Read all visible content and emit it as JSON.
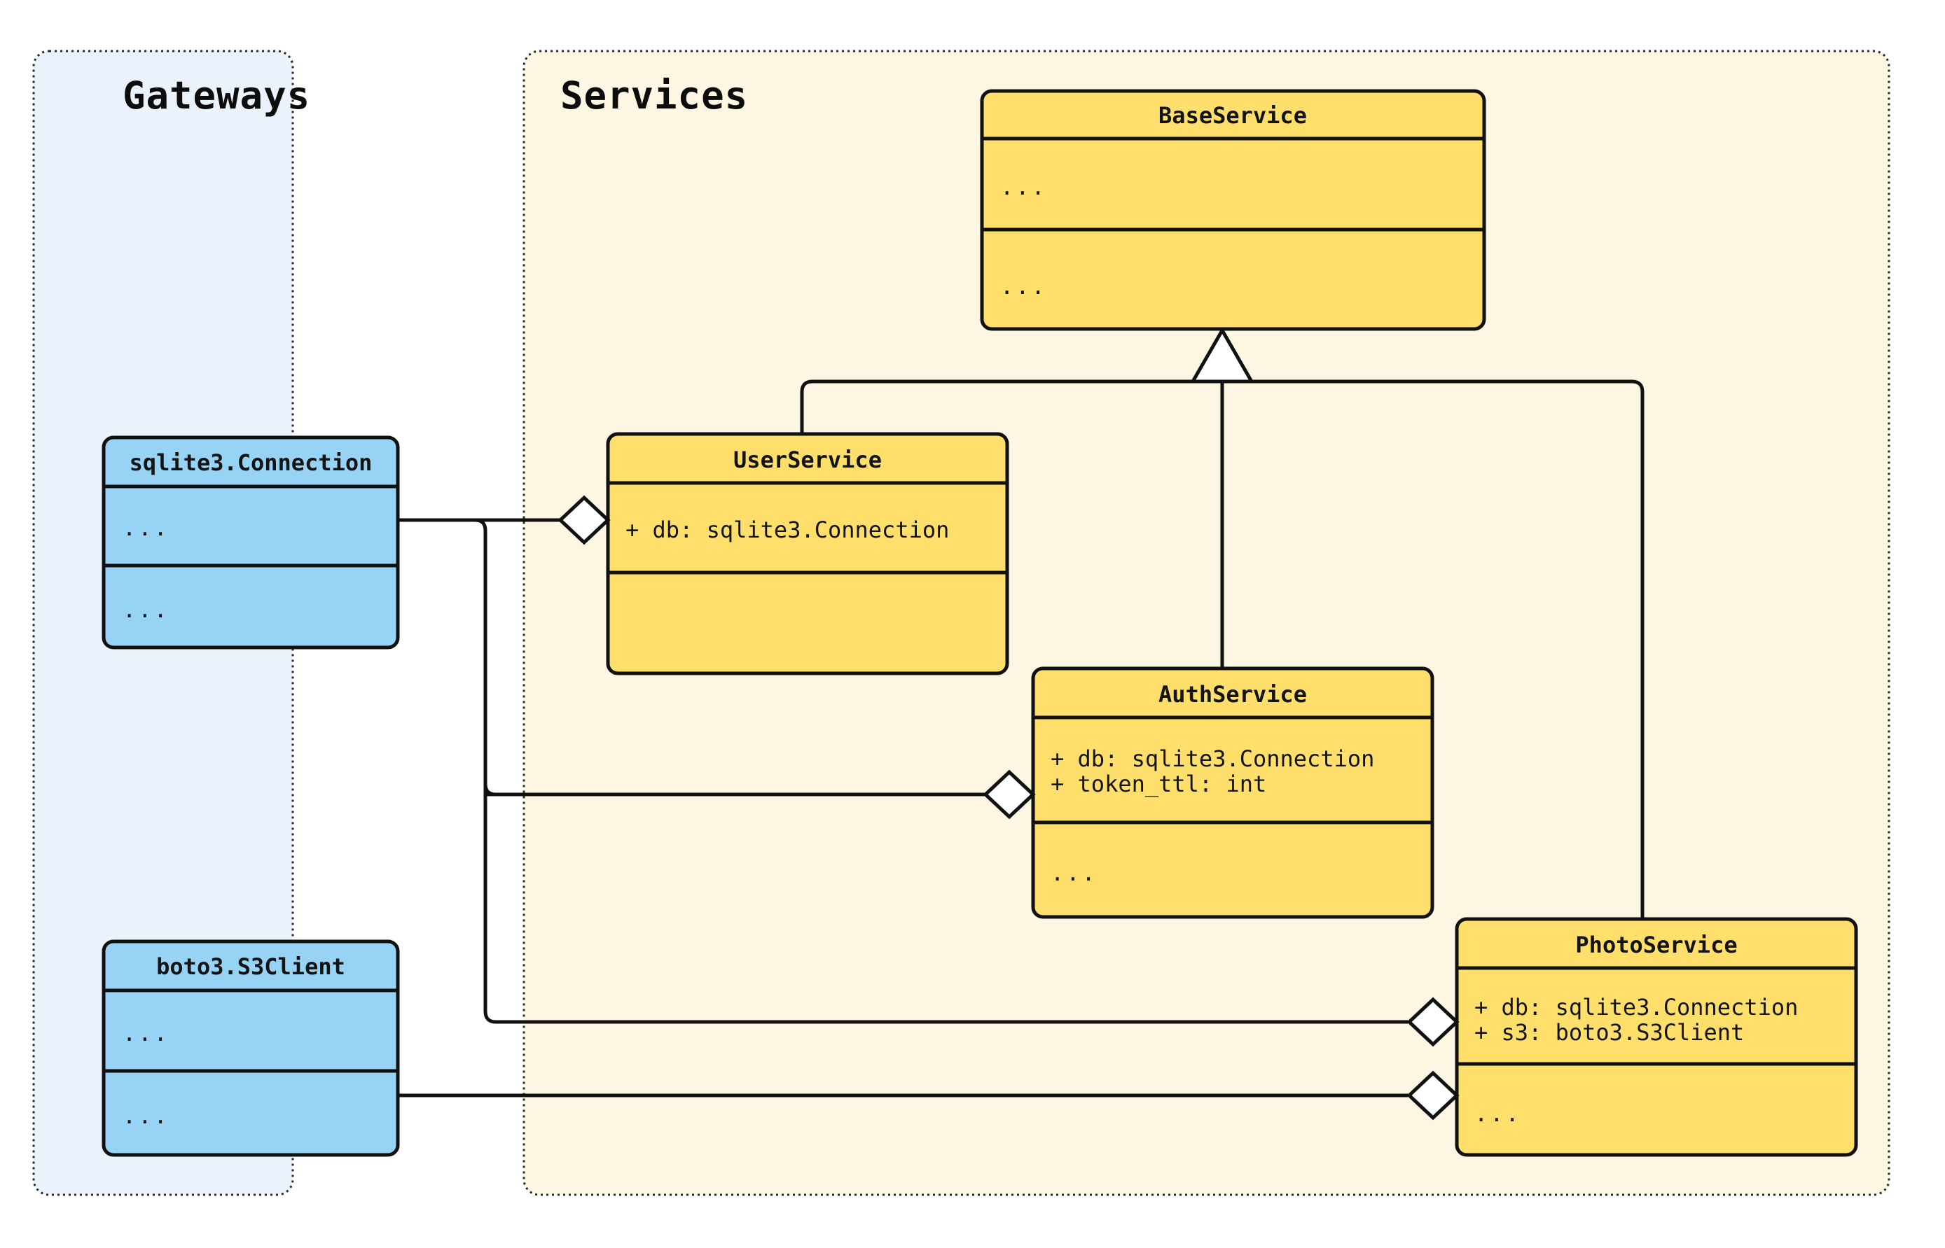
{
  "diagram": {
    "kind": "uml-class-diagram",
    "background": "#ffffff",
    "packages": [
      {
        "id": "gateways",
        "title": "Gateways",
        "fill": "#EAF2FC",
        "border": "#2a2a2a"
      },
      {
        "id": "services",
        "title": "Services",
        "fill": "#FDF6E3",
        "border": "#2a2a2a"
      }
    ],
    "colors": {
      "gateway_class_fill": "#97D3F5",
      "service_class_fill": "#FFDF6B",
      "class_stroke": "#111111",
      "gateway_package_fill": "#EAF2FC",
      "service_package_fill": "#FDF6E3",
      "marker_fill": "#ffffff",
      "text": "#141414"
    },
    "classes": [
      {
        "id": "sqlite3-connection",
        "name": "sqlite3.Connection",
        "package": "gateways",
        "fill": "#97D3F5",
        "attributes": [
          "..."
        ],
        "methods": [
          "..."
        ]
      },
      {
        "id": "boto3-s3client",
        "name": "boto3.S3Client",
        "package": "gateways",
        "fill": "#97D3F5",
        "attributes": [
          "..."
        ],
        "methods": [
          "..."
        ]
      },
      {
        "id": "baseservice",
        "name": "BaseService",
        "package": "services",
        "fill": "#FFDF6B",
        "attributes": [
          "..."
        ],
        "methods": [
          "..."
        ]
      },
      {
        "id": "userservice",
        "name": "UserService",
        "package": "services",
        "fill": "#FFDF6B",
        "attributes": [
          "+ db: sqlite3.Connection"
        ],
        "methods": [
          ""
        ]
      },
      {
        "id": "authservice",
        "name": "AuthService",
        "package": "services",
        "fill": "#FFDF6B",
        "attributes": [
          "+ db: sqlite3.Connection",
          "+ token_ttl: int"
        ],
        "methods": [
          "..."
        ]
      },
      {
        "id": "photoservice",
        "name": "PhotoService",
        "package": "services",
        "fill": "#FFDF6B",
        "attributes": [
          "+ db: sqlite3.Connection",
          "+ s3: boto3.S3Client"
        ],
        "methods": [
          "..."
        ]
      }
    ],
    "relationships": [
      {
        "id": "userservice-inherits-baseservice",
        "type": "generalization",
        "from": "userservice",
        "to": "baseservice",
        "marker": "hollow-triangle"
      },
      {
        "id": "authservice-inherits-baseservice",
        "type": "generalization",
        "from": "authservice",
        "to": "baseservice",
        "marker": "hollow-triangle"
      },
      {
        "id": "photoservice-inherits-baseservice",
        "type": "generalization",
        "from": "photoservice",
        "to": "baseservice",
        "marker": "hollow-triangle"
      },
      {
        "id": "userservice-aggregates-sqlite3",
        "type": "aggregation",
        "from": "sqlite3-connection",
        "to": "userservice",
        "marker": "hollow-diamond"
      },
      {
        "id": "authservice-aggregates-sqlite3",
        "type": "aggregation",
        "from": "sqlite3-connection",
        "to": "authservice",
        "marker": "hollow-diamond"
      },
      {
        "id": "photoservice-aggregates-sqlite3",
        "type": "aggregation",
        "from": "sqlite3-connection",
        "to": "photoservice",
        "marker": "hollow-diamond"
      },
      {
        "id": "photoservice-aggregates-s3client",
        "type": "aggregation",
        "from": "boto3-s3client",
        "to": "photoservice",
        "marker": "hollow-diamond"
      }
    ]
  }
}
